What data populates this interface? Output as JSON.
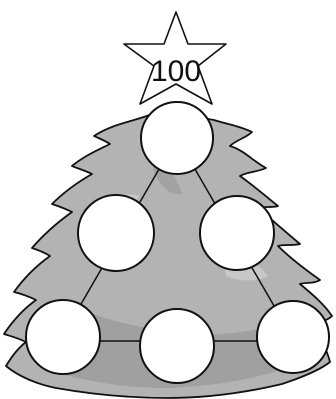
{
  "star": {
    "value": "100",
    "icon": "star-icon"
  },
  "tree": {
    "icon": "christmas-tree-icon"
  },
  "circles": [
    {
      "id": "top",
      "value": ""
    },
    {
      "id": "middle-left",
      "value": ""
    },
    {
      "id": "middle-right",
      "value": ""
    },
    {
      "id": "bottom-left",
      "value": ""
    },
    {
      "id": "bottom-center",
      "value": ""
    },
    {
      "id": "bottom-right",
      "value": ""
    }
  ],
  "colors": {
    "tree_fill": "#b3b3b3",
    "tree_shade": "#8f8f8f",
    "tree_highlight": "#d2d2d2",
    "outline": "#111111",
    "circle_fill": "#ffffff",
    "star_fill": "#ffffff"
  }
}
